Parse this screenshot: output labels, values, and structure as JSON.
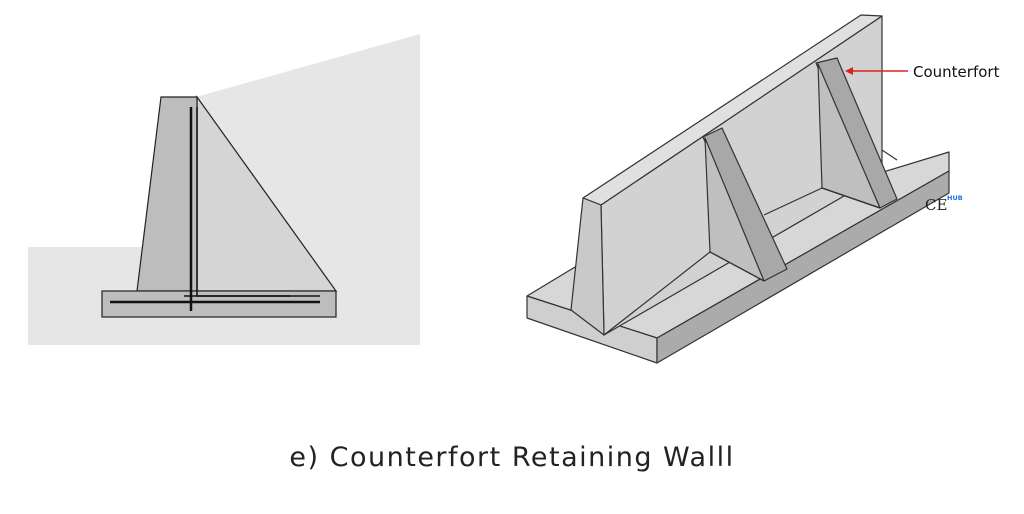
{
  "callout_label": "Counterfort",
  "watermark": {
    "main": "CE",
    "superscript": "HUB"
  },
  "caption": "e) Counterfort Retaining Walll",
  "colors": {
    "soil": "#e6e6e6",
    "concrete_dark": "#bdbdbd",
    "concrete_light": "#d4d4d4",
    "rebar": "#111111",
    "arrow": "#e0201c",
    "watermark_accent": "#1a73e8"
  }
}
